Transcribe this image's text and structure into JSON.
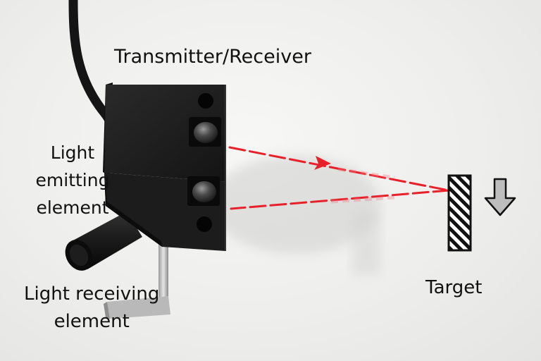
{
  "labels": {
    "transmitter_receiver": "Transmitter/Receiver",
    "light_emitting": [
      "Light",
      "emitting",
      "element"
    ],
    "light_receiving": [
      "Light receiving",
      "element"
    ],
    "target": "Target"
  },
  "colors": {
    "beam": "#e8202a",
    "sensor_body": "#1a1a1a",
    "background": "#efefed"
  },
  "icons": {
    "direction": "down-arrow-icon",
    "target": "hatched-target-icon"
  }
}
